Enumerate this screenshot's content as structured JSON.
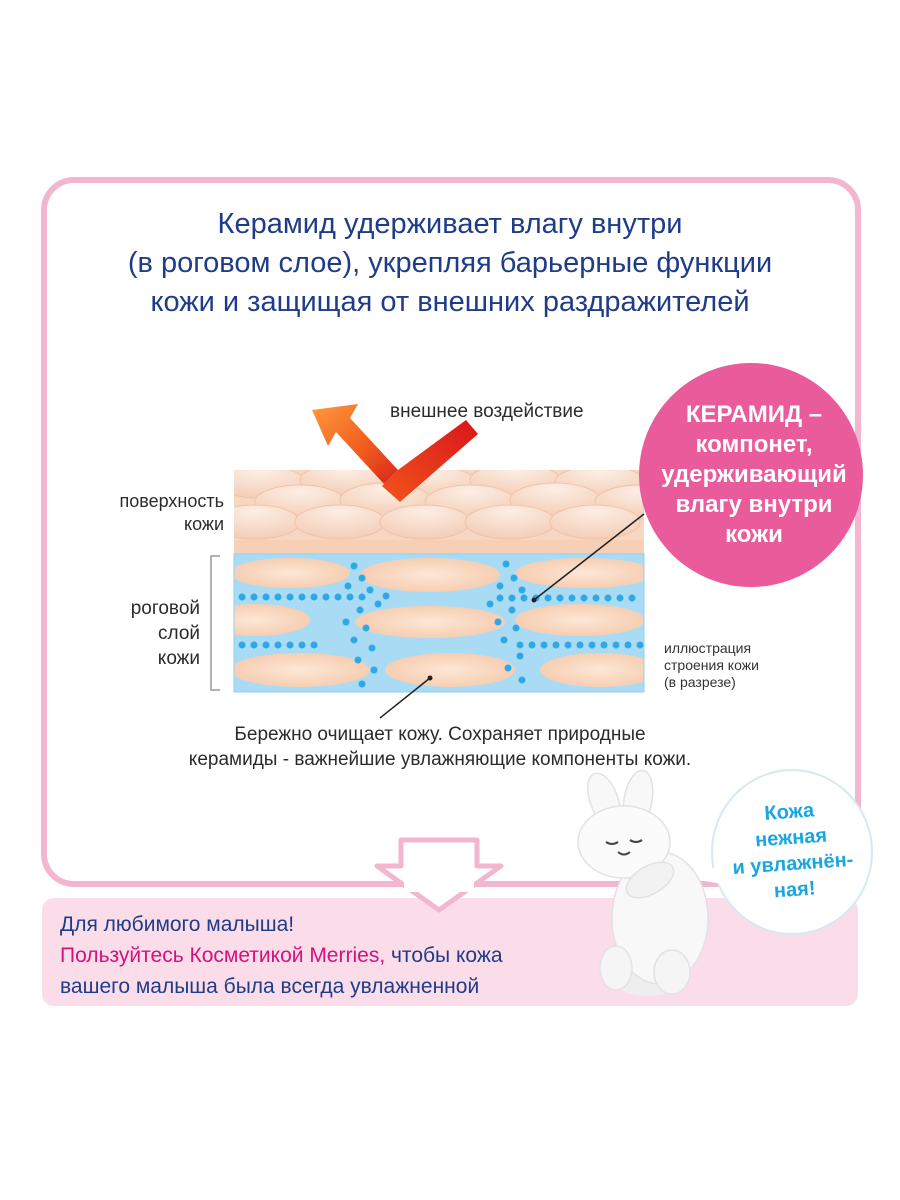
{
  "headline": [
    "Керамид удерживает влагу внутри",
    "(в роговом слое), укрепляя барьерные функции",
    "кожи и защищая от внешних раздражителей"
  ],
  "labels": {
    "external_impact": "внешнее воздействие",
    "skin_surface": [
      "поверхность",
      "кожи"
    ],
    "horny_layer": [
      "роговой",
      "слой",
      "кожи"
    ],
    "illustration_note": [
      "иллюстрация",
      "строения кожи",
      "(в разрезе)"
    ]
  },
  "ceramide_badge": [
    "КЕРАМИД –",
    "компонет,",
    "удерживающий",
    "влагу внутри",
    "кожи"
  ],
  "caption": [
    "Бережно очищает кожу. Сохраняет природные",
    "керамиды - важнейшие увлажняющие компоненты кожи."
  ],
  "speech_bubble": [
    "Кожа",
    "нежная",
    "и увлажнён-",
    "ная!"
  ],
  "bottom": {
    "line1": "Для любимого малыша!",
    "line2_pink": "Пользуйтесь Косметикой Merries,",
    "line2_rest": " чтобы кожа",
    "line3": "вашего малыша была всегда увлажненной"
  },
  "colors": {
    "headline": "#1f3c88",
    "frame": "#f2b6cf",
    "badge": "#ea5b9b",
    "bubble_text": "#1aa6e0",
    "accent_pink": "#d2137d",
    "ceramide_dots": "#2fa9e6"
  }
}
